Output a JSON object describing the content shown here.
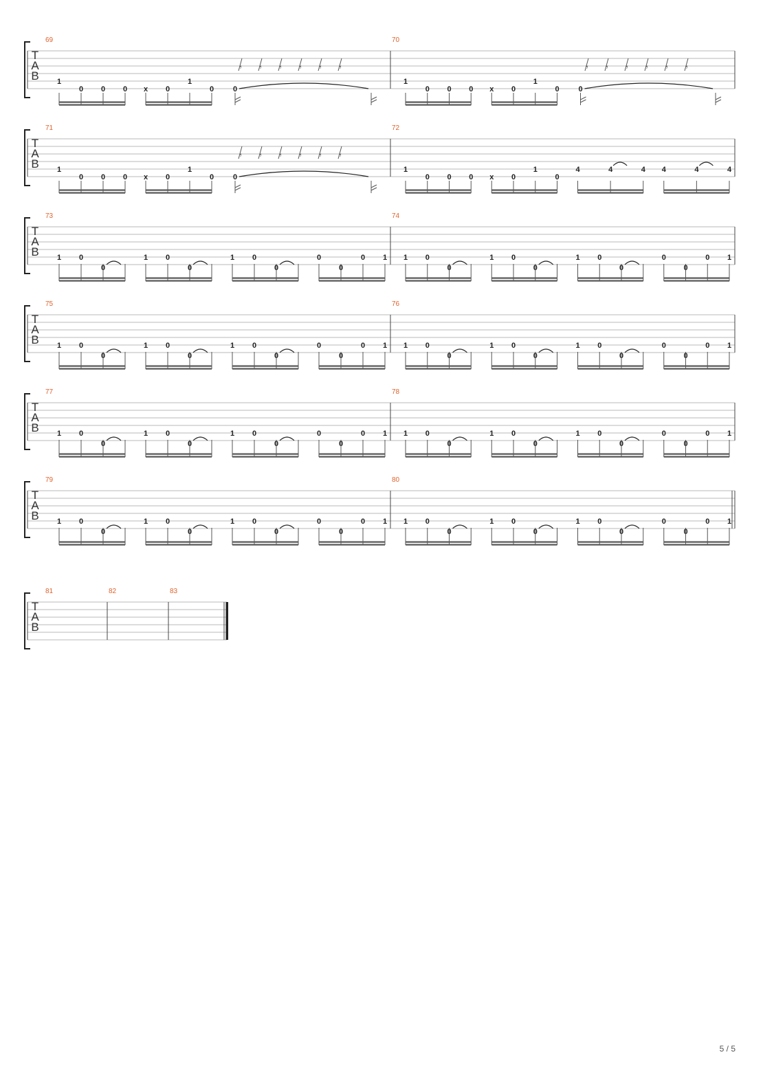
{
  "clef": [
    "T",
    "A",
    "B"
  ],
  "page_number": "5 / 5",
  "rest_glyph": "𝄾",
  "systems": [
    {
      "measures": [
        {
          "number": "69",
          "pattern": "A"
        },
        {
          "number": "70",
          "pattern": "A"
        }
      ]
    },
    {
      "measures": [
        {
          "number": "71",
          "pattern": "A"
        },
        {
          "number": "72",
          "pattern": "B"
        }
      ]
    },
    {
      "measures": [
        {
          "number": "73",
          "pattern": "C"
        },
        {
          "number": "74",
          "pattern": "C"
        }
      ]
    },
    {
      "measures": [
        {
          "number": "75",
          "pattern": "C"
        },
        {
          "number": "76",
          "pattern": "C"
        }
      ]
    },
    {
      "measures": [
        {
          "number": "77",
          "pattern": "C"
        },
        {
          "number": "78",
          "pattern": "C"
        }
      ]
    },
    {
      "measures": [
        {
          "number": "79",
          "pattern": "C"
        },
        {
          "number": "80",
          "pattern": "C"
        }
      ],
      "end": "double"
    },
    {
      "measures": [
        {
          "number": "81",
          "pattern": "empty"
        },
        {
          "number": "82",
          "pattern": "empty"
        },
        {
          "number": "83",
          "pattern": "empty"
        }
      ],
      "end": "final"
    }
  ],
  "patterns": {
    "A": {
      "groups": [
        [
          "1",
          "0",
          "0",
          "0"
        ],
        [
          "x",
          "0",
          "1",
          "0"
        ]
      ],
      "tied_note": "0",
      "rests": 6
    },
    "B": {
      "groups": [
        [
          "1",
          "0",
          "0",
          "0"
        ],
        [
          "x",
          "0",
          "1",
          "0"
        ],
        [
          "4",
          "4",
          "4"
        ],
        [
          "4",
          "4",
          "4"
        ]
      ]
    },
    "C": {
      "groups": [
        [
          "1",
          "0",
          "0"
        ],
        [
          "1",
          "0",
          "0"
        ],
        [
          "1",
          "0",
          "0"
        ],
        [
          "0",
          "0",
          "0",
          "1"
        ]
      ]
    }
  }
}
